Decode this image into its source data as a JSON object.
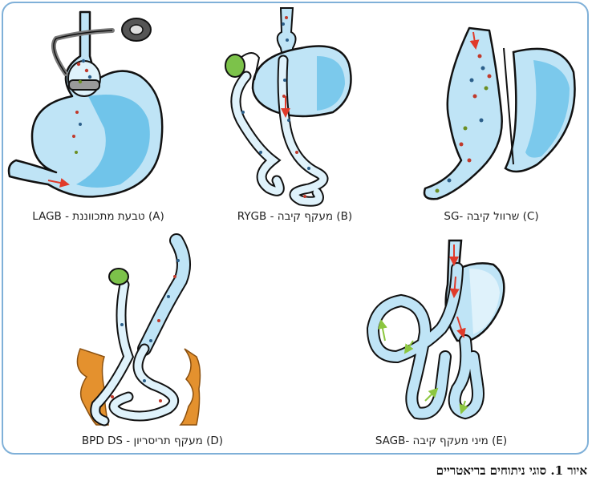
{
  "panels": [
    {
      "id": "A",
      "caption": "LAGB - טבעת מתכווננת (A)"
    },
    {
      "id": "B",
      "caption": "RYGB - מעקף קיבה (B)"
    },
    {
      "id": "C",
      "caption": "SG- שרוול קיבה (C)"
    },
    {
      "id": "D",
      "caption": "BPD DS - מעקף תריסריון (D)"
    },
    {
      "id": "E",
      "caption": "SAGB- מיני מעקף קיבה (E)"
    }
  ],
  "figure_caption": "איור 1. סוגי ניתוחים בריאטריים",
  "colors": {
    "stomach_fill": "#bfe4f6",
    "stomach_shade": "#4fb7e6",
    "outline": "#111111",
    "gallbladder": "#7cc24a",
    "colon": "#e4912e",
    "band": "#7a7a7a",
    "arrow_red": "#e03a2a",
    "arrow_green": "#8cc63f",
    "frame": "#7fb0d8"
  }
}
